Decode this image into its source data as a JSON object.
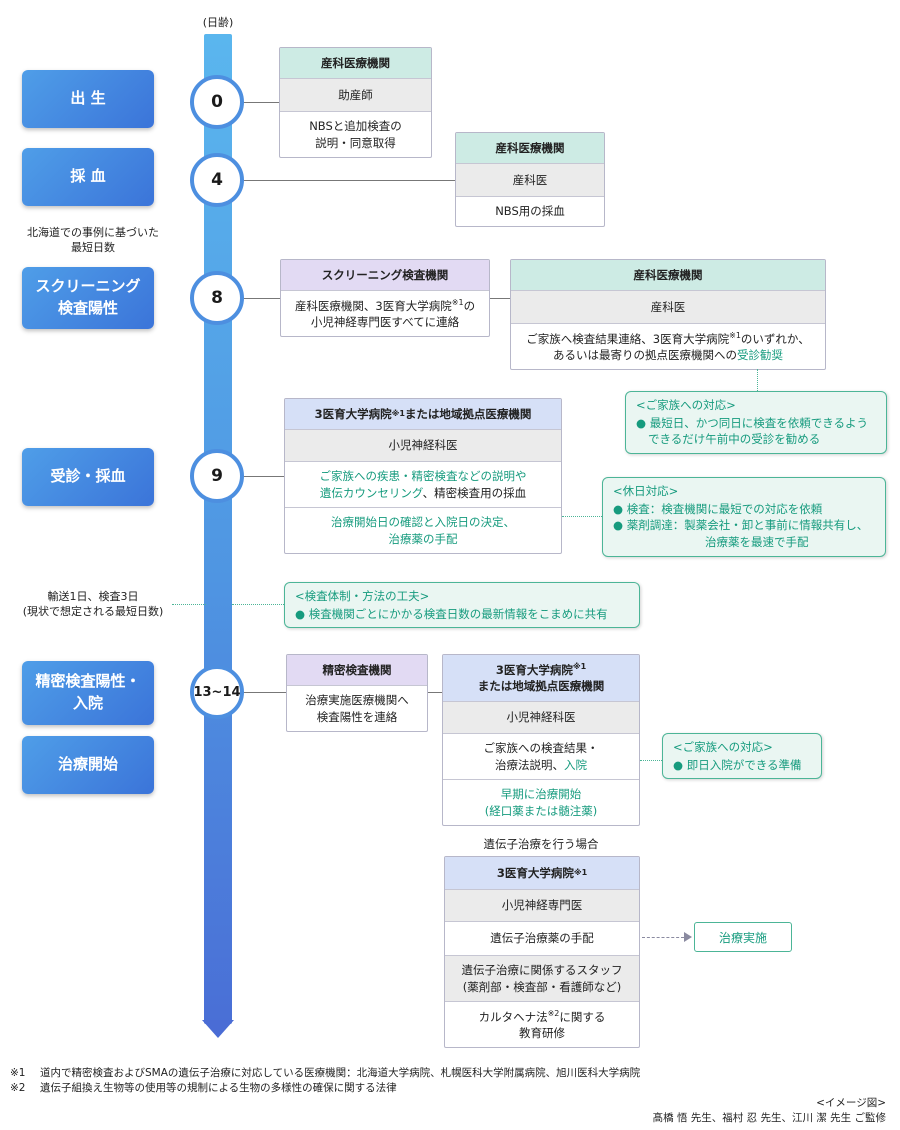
{
  "axis_label": "(日齢)",
  "days": {
    "d0": "0",
    "d4": "4",
    "d8": "8",
    "d9": "9",
    "d13": "13~14"
  },
  "events": {
    "birth": "出 生",
    "blood_sampling": "採 血",
    "screening_positive_line1": "スクリーニング",
    "screening_positive_line2": "検査陽性",
    "visit": "受診・採血",
    "detailed_positive_line1": "精密検査陽性・",
    "detailed_positive_line2": "入院",
    "treatment_start": "治療開始"
  },
  "notes": {
    "hokkaido_line1": "北海道での事例に基づいた",
    "hokkaido_line2": "最短日数",
    "transport_line1": "輸送1日、検査3日",
    "transport_line2": "(現状で想定される最短日数)"
  },
  "box_birth": {
    "header": "産科医療機関",
    "role": "助産師",
    "task_line1": "NBSと追加検査の",
    "task_line2": "説明・同意取得"
  },
  "box_sampling": {
    "header": "産科医療機関",
    "role": "産科医",
    "task": "NBS用の採血"
  },
  "box_lab": {
    "header": "スクリーニング検査機関",
    "task_line1": "産科医療機関、3医育大学病院",
    "task_sup": "※1",
    "task_line1_end": "の",
    "task_line2": "小児神経専門医すべてに連絡"
  },
  "box_obstetric8": {
    "header": "産科医療機関",
    "role": "産科医",
    "task_line1": "ご家族へ検査結果連絡、3医育大学病院",
    "task_sup": "※1",
    "task_line1_end": "のいずれか、",
    "task_line2_a": "あるいは最寄りの拠点医療機関への",
    "task_line2_b": "受診勧奨"
  },
  "tip_family1": {
    "title": "<ご家族への対応>",
    "item1_line1": "● 最短日、かつ同日に検査を依頼できるよう",
    "item1_line2": "できるだけ午前中の受診を勧める"
  },
  "box_univ9": {
    "header_a": "3医育大学病院",
    "header_sup": "※1",
    "header_b": "または地域拠点医療機関",
    "role": "小児神経科医",
    "task1_line1": "ご家族への疾患・精密検査などの説明や",
    "task1_line2_a": "遺伝カウンセリング",
    "task1_line2_b": "、精密検査用の採血",
    "task2_line1": "治療開始日の確認と入院日の決定、",
    "task2_line2": "治療薬の手配"
  },
  "tip_holiday": {
    "title": "<休日対応>",
    "item1": "● 検査：検査機関に最短での対応を依頼",
    "item2_line1": "● 薬剤調達：製薬会社・卸と事前に情報共有し、",
    "item2_line2": "治療薬を最速で手配"
  },
  "tip_lab_system": {
    "title": "<検査体制・方法の工夫>",
    "item1": "● 検査機関ごとにかかる検査日数の最新情報をこまめに共有"
  },
  "box_lab13": {
    "header": "精密検査機関",
    "task_line1": "治療実施医療機関へ",
    "task_line2": "検査陽性を連絡"
  },
  "box_univ13": {
    "header_line1_a": "3医育大学病院",
    "header_sup": "※1",
    "header_line2": "または地域拠点医療機関",
    "role": "小児神経科医",
    "task1_line1": "ご家族への検査結果・",
    "task1_line2_a": "治療法説明、",
    "task1_line2_b": "入院",
    "task2_line1": "早期に治療開始",
    "task2_line2": "(経口薬または髄注薬)"
  },
  "tip_family2": {
    "title": "<ご家族への対応>",
    "item1": "● 即日入院ができる準備"
  },
  "gene_label": "遺伝子治療を行う場合",
  "box_gene": {
    "header_a": "3医育大学病院",
    "header_sup": "※1",
    "role": "小児神経専門医",
    "task1": "遺伝子治療薬の手配",
    "task2_line1": "遺伝子治療に関係するスタッフ",
    "task2_line2": "(薬剤部・検査部・看護師など)",
    "task3_line1_a": "カルタヘナ法",
    "task3_sup": "※2",
    "task3_line1_b": "に関する",
    "task3_line2": "教育研修"
  },
  "done_label": "治療実施",
  "footnotes": {
    "fn1_num": "※1",
    "fn1_text": "道内で精密検査およびSMAの遺伝子治療に対応している医療機関：北海道大学病院、札幌医科大学附属病院、旭川医科大学病院",
    "fn2_num": "※2",
    "fn2_text": "遺伝子組換え生物等の使用等の規制による生物の多様性の確保に関する法律"
  },
  "credit": {
    "line1": "<イメージ図>",
    "line2": "髙橋 悟 先生、福村 忍 先生、江川 潔 先生 ご監修"
  },
  "colors": {
    "timeline_top": "#5ab6ee",
    "timeline_bottom": "#4a6fd6",
    "event_blue": "#3b74d9",
    "teal": "#169b7e",
    "tip_bg": "#eaf6f2",
    "header_green": "#cdebe4",
    "header_purple": "#e2daf3",
    "header_blue": "#d6e0f7"
  }
}
